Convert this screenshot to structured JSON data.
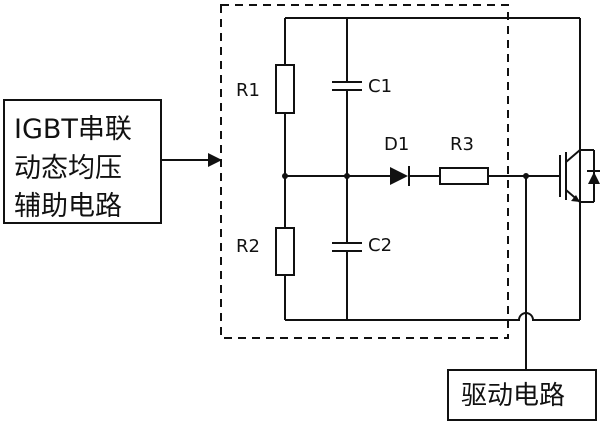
{
  "left_box": {
    "line1": "IGBT串联",
    "line2": "动态均压",
    "line3": "辅助电路"
  },
  "driver_box": {
    "label": "驱动电路"
  },
  "components": {
    "r1": "R1",
    "r2": "R2",
    "r3": "R3",
    "c1": "C1",
    "c2": "C2",
    "d1": "D1"
  }
}
